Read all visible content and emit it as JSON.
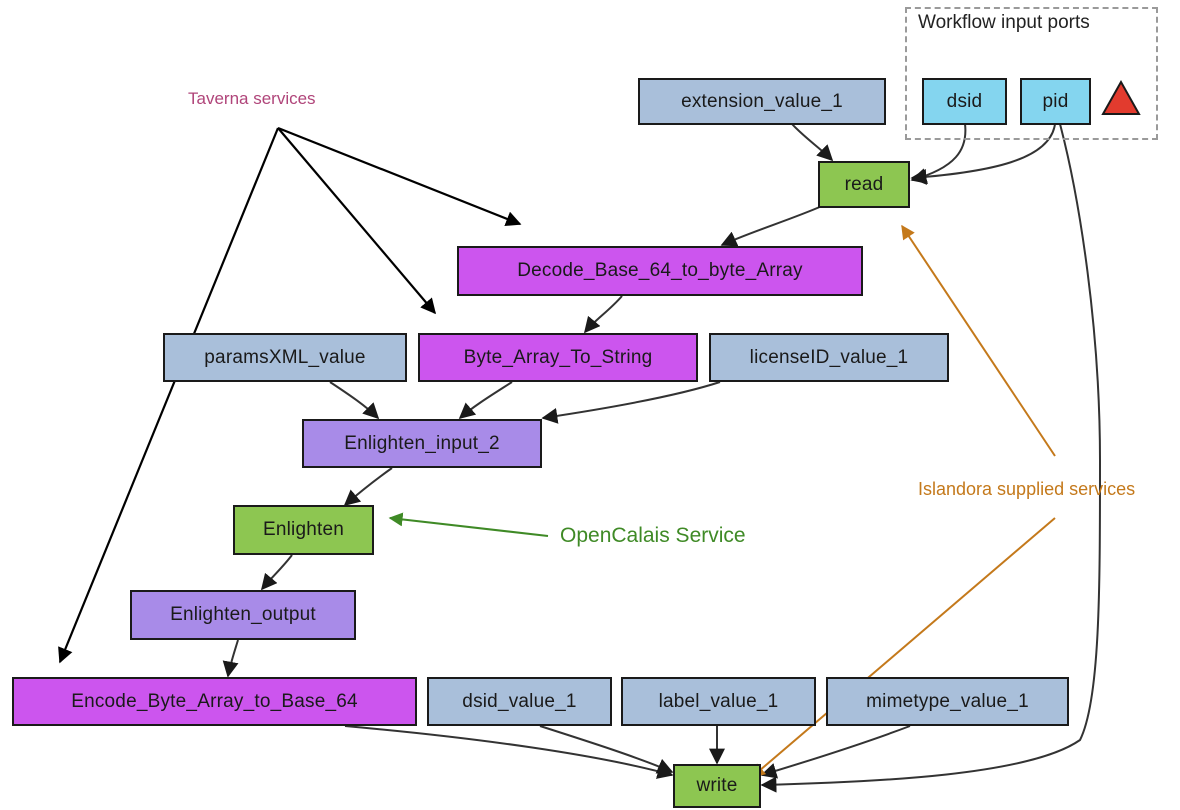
{
  "diagram": {
    "ports_group": {
      "title": "Workflow input ports",
      "ports": [
        "dsid",
        "pid"
      ],
      "warning_icon": "red-triangle-warning-icon"
    },
    "nodes": {
      "extension_value_1": "extension_value_1",
      "read": "read",
      "decode": "Decode_Base_64_to_byte_Array",
      "paramsXML_value": "paramsXML_value",
      "byte_array_to_string": "Byte_Array_To_String",
      "licenseID_value_1": "licenseID_value_1",
      "enlighten_input_2": "Enlighten_input_2",
      "enlighten": "Enlighten",
      "enlighten_output": "Enlighten_output",
      "encode": "Encode_Byte_Array_to_Base_64",
      "dsid_value_1": "dsid_value_1",
      "label_value_1": "label_value_1",
      "mimetype_value_1": "mimetype_value_1",
      "write": "write"
    },
    "annotations": {
      "taverna": "Taverna services",
      "islandora": "Islandora supplied services",
      "opencalais": "OpenCalais Service"
    },
    "colors": {
      "constant": "#a9bfda",
      "taverna_service": "#cc55ee",
      "islandora_service": "#8dc651",
      "shim": "#a88be8",
      "input_port": "#84d5ef",
      "taverna_annotation": "#b0457a",
      "islandora_annotation": "#c4791b",
      "opencalais_annotation": "#3f8a26"
    }
  }
}
